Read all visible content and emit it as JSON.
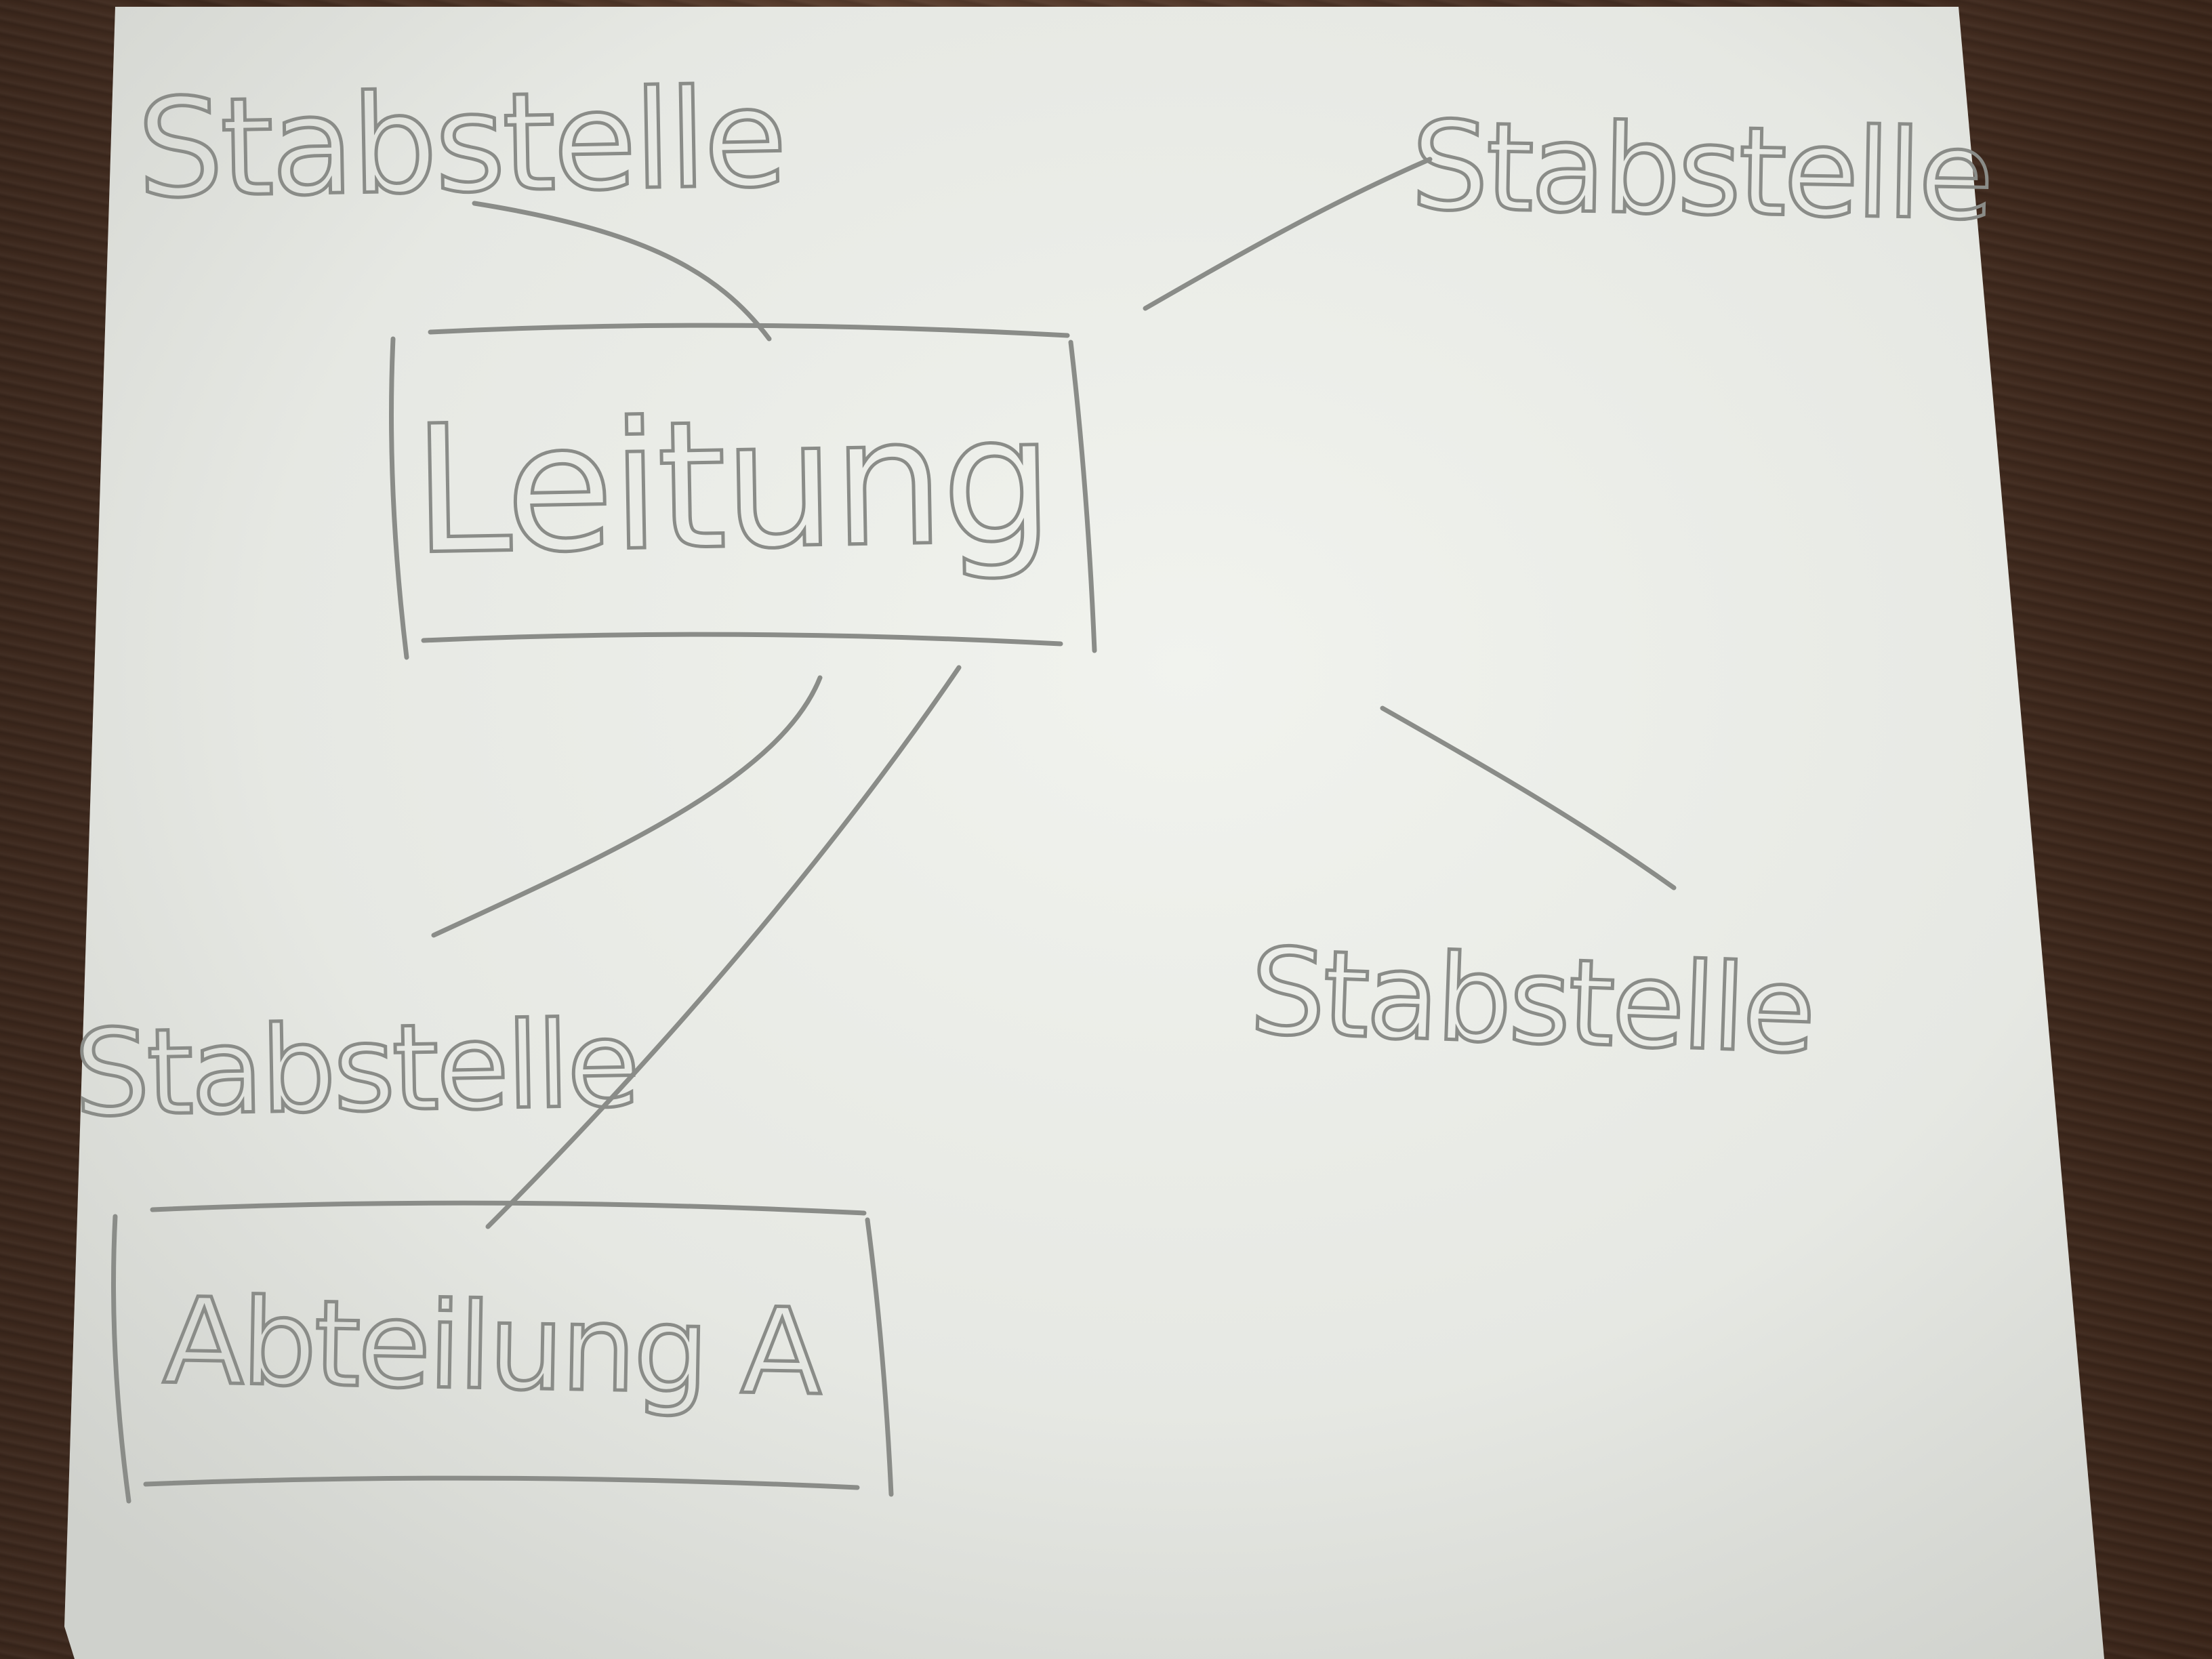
{
  "diagram": {
    "nodes": [
      {
        "id": "leitung",
        "label": "Leitung",
        "boxed": true
      },
      {
        "id": "stab-top-left",
        "label": "Stabstelle",
        "boxed": false
      },
      {
        "id": "stab-top-right",
        "label": "Stabstelle",
        "boxed": false
      },
      {
        "id": "stab-bottom-left",
        "label": "Stabstelle",
        "boxed": false
      },
      {
        "id": "stab-bottom-right",
        "label": "Stabstelle",
        "boxed": false
      },
      {
        "id": "abteilung-a",
        "label": "Abteilung A",
        "boxed": true
      }
    ],
    "edges": [
      {
        "from": "leitung",
        "to": "stab-top-left"
      },
      {
        "from": "leitung",
        "to": "stab-top-right"
      },
      {
        "from": "leitung",
        "to": "stab-bottom-left"
      },
      {
        "from": "leitung",
        "to": "stab-bottom-right"
      },
      {
        "from": "leitung",
        "to": "abteilung-a"
      }
    ]
  },
  "colors": {
    "paper": "#e9ebe6",
    "pencil": "#8a8c88",
    "table": "#4a3428"
  }
}
